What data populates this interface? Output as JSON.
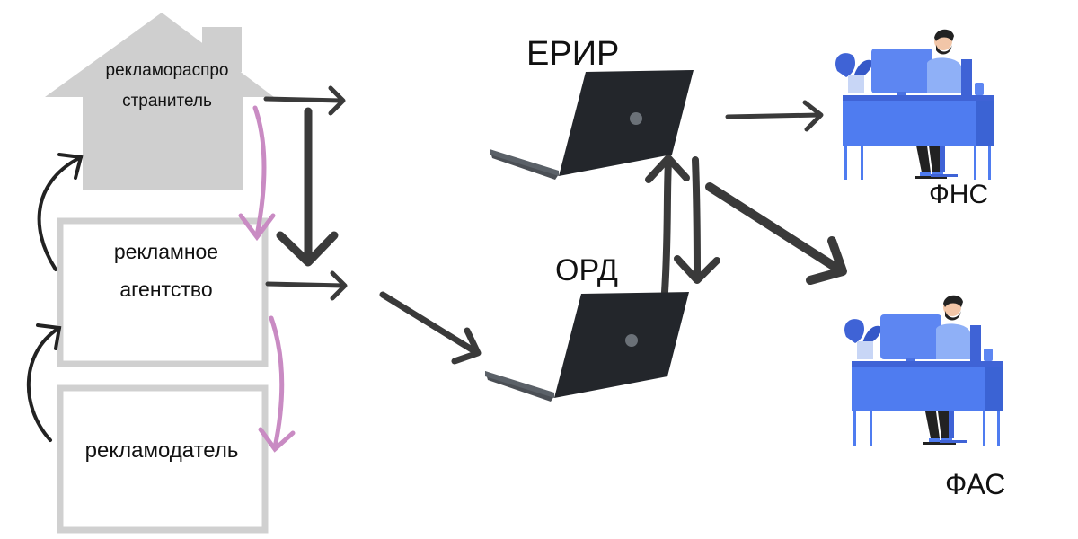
{
  "nodes": {
    "distributor": {
      "line1": "рекламораспро",
      "line2": "странитель"
    },
    "agency": {
      "line1": "рекламное",
      "line2": "агентство"
    },
    "advertiser": {
      "label": "рекламодатель"
    },
    "erir": {
      "label": "ЕРИР"
    },
    "ord": {
      "label": "ОРД"
    },
    "fns": {
      "label": "ФНС"
    },
    "fas": {
      "label": "ФАС"
    }
  },
  "colors": {
    "arrow": "#3a3a3a",
    "pink_arrow": "#c98bc3",
    "gray": "#cfcfcf",
    "laptop": "#23262b",
    "desk": "#4f7cf0"
  }
}
